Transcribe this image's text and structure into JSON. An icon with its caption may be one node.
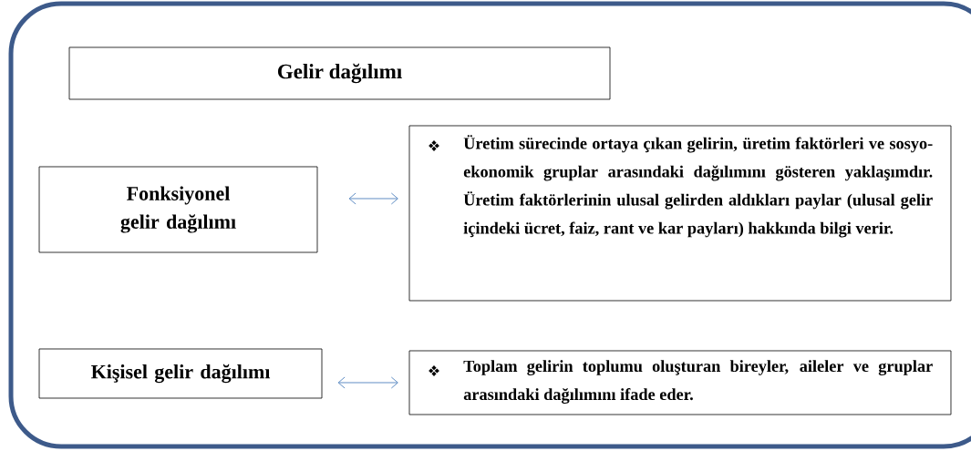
{
  "diagram": {
    "nodes": [
      {
        "text": [
          "Gelir dağılımı"
        ]
      },
      {
        "text": [
          "Fonksiyonel gelir dağılımı"
        ]
      },
      {
        "text": [
          "Üretim sürecinde ortaya çıkan gelirin, üretim faktörleri ve sosyo-ekonomik gruplar arasındaki dağılımını gösteren yaklaşımdır. Üretim faktörlerinin ulusal gelirden aldıkları paylar (ulusal gelir içindeki ücret, faiz, rant ve kar payları) hakkında bilgi verir."
        ]
      },
      {
        "text": [
          "Kişisel gelir dağılımı"
        ]
      },
      {
        "text": [
          "Toplam gelirin toplumu oluşturan bireyler, aileler ve gruplar arasındaki dağılımını ifade eder."
        ]
      }
    ],
    "edges": [
      {
        "from": 1,
        "to": 2,
        "arrow": "both"
      },
      {
        "from": 3,
        "to": 4,
        "arrow": "both"
      }
    ]
  }
}
